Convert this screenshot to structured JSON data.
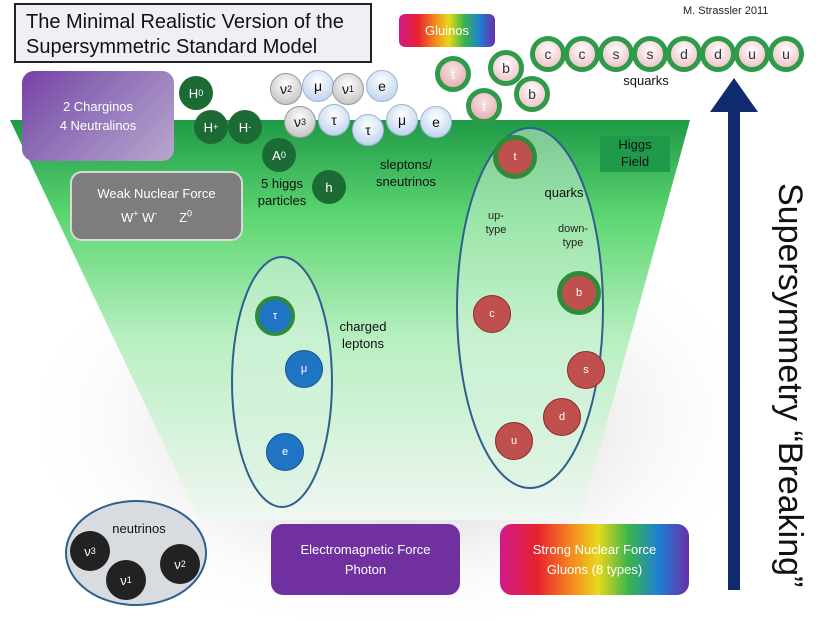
{
  "title": {
    "line1": "The Minimal Realistic  Version of the",
    "line2": "Supersymmetric Standard Model"
  },
  "author": "M. Strassler  2011",
  "boxes": {
    "charginos": {
      "line1": "2 Charginos",
      "line2": "4 Neutralinos"
    },
    "weak": {
      "line1": "Weak Nuclear Force",
      "bosons": [
        "W",
        "W",
        "Z"
      ],
      "bosons_sup": [
        "+",
        "-",
        "0"
      ]
    },
    "em": {
      "line1": "Electromagnetic Force",
      "line2": "Photon"
    },
    "strong": {
      "line1": "Strong Nuclear Force",
      "line2": "Gluons (8 types)"
    },
    "gluinos": "Gluinos",
    "higgs_field": {
      "line1": "Higgs",
      "line2": "Field"
    }
  },
  "higgs": {
    "label_line1": "5 higgs",
    "label_line2": "particles",
    "particles": [
      {
        "base": "H",
        "sup": "0"
      },
      {
        "base": "H",
        "sup": "+"
      },
      {
        "base": "H",
        "sup": "-"
      },
      {
        "base": "A",
        "sup": "0"
      },
      {
        "base": "h",
        "sup": ""
      }
    ]
  },
  "sleptons": {
    "label_line1": "sleptons/",
    "label_line2": "sneutrinos",
    "particles": [
      {
        "base": "ν",
        "sub": "2"
      },
      {
        "base": "μ",
        "sub": ""
      },
      {
        "base": "ν",
        "sub": "1"
      },
      {
        "base": "e",
        "sub": ""
      },
      {
        "base": "ν",
        "sub": "3"
      },
      {
        "base": "τ",
        "sub": ""
      },
      {
        "base": "τ",
        "sub": ""
      },
      {
        "base": "μ",
        "sub": ""
      },
      {
        "base": "e",
        "sub": ""
      }
    ]
  },
  "squarks": {
    "label": "squarks",
    "top_row": [
      "c",
      "c",
      "s",
      "s",
      "d",
      "d",
      "u",
      "u"
    ],
    "stack": [
      "t",
      "b",
      "t",
      "b"
    ]
  },
  "quarks": {
    "label": "quarks",
    "uptype_line1": "up-",
    "uptype_line2": "type",
    "downtype_line1": "down-",
    "downtype_line2": "type",
    "particles": [
      "t",
      "b",
      "c",
      "s",
      "d",
      "u"
    ]
  },
  "leptons": {
    "label_line1": "charged",
    "label_line2": "leptons",
    "particles": [
      "τ",
      "μ",
      "e"
    ]
  },
  "neutrinos": {
    "label": "neutrinos",
    "particles": [
      {
        "base": "ν",
        "sub": "3"
      },
      {
        "base": "ν",
        "sub": "1"
      },
      {
        "base": "ν",
        "sub": "2"
      }
    ]
  },
  "side_label": "Supersymmetry “Breaking”",
  "colors": {
    "green": "#1e9a4a",
    "quark": "#c0504d",
    "lepton": "#1f74c4",
    "arrow": "#0f2a6e"
  }
}
